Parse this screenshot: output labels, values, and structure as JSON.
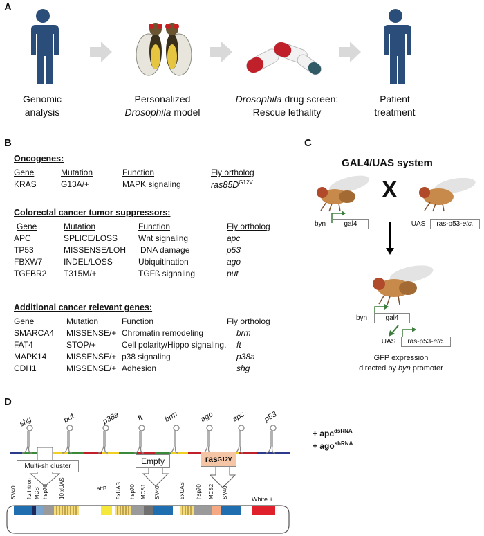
{
  "panelA": {
    "letter": "A",
    "steps": [
      {
        "line1": "Genomic",
        "line2": "analysis"
      },
      {
        "line1": "Personalized",
        "line2": "Drosophila",
        "line2b": " model"
      },
      {
        "line1a": "Drosophila",
        "line1b": " drug screen:",
        "line2": "Rescue lethality"
      },
      {
        "line1": "Patient",
        "line2": "treatment"
      }
    ]
  },
  "panelB": {
    "letter": "B",
    "columns": [
      "Gene",
      "Mutation",
      "Function",
      "Fly ortholog"
    ],
    "groups": [
      {
        "title": "Oncogenes:",
        "rows": [
          {
            "gene": "KRAS",
            "mutation": "G13A/+",
            "function": "MAPK signaling",
            "ortholog": "ras85D",
            "sup": "G12V"
          }
        ]
      },
      {
        "title": "Colorectal cancer tumor suppressors:",
        "rows": [
          {
            "gene": "APC",
            "mutation": "SPLICE/LOSS",
            "function": "Wnt signaling",
            "ortholog": "apc"
          },
          {
            "gene": "TP53",
            "mutation": "MISSENSE/LOH",
            "function": "DNA damage",
            "ortholog": "p53"
          },
          {
            "gene": "FBXW7",
            "mutation": "INDEL/LOSS",
            "function": "Ubiquitination",
            "ortholog": "ago"
          },
          {
            "gene": "TGFBR2",
            "mutation": "T315M/+",
            "function": "TGFß signaling",
            "ortholog": "put"
          }
        ]
      },
      {
        "title": "Additional cancer relevant genes:",
        "rows": [
          {
            "gene": "SMARCA4",
            "mutation": "MISSENSE/+",
            "function": "Chromatin remodeling",
            "ortholog": "brm"
          },
          {
            "gene": "FAT4",
            "mutation": "STOP/+",
            "function": "Cell polarity/Hippo signaling.",
            "ortholog": "ft"
          },
          {
            "gene": "MAPK14",
            "mutation": "MISSENSE/+",
            "function": "p38 signaling",
            "ortholog": "p38a"
          },
          {
            "gene": "CDH1",
            "mutation": "MISSENSE/+",
            "function": "Adhesion",
            "ortholog": "shg"
          }
        ]
      }
    ]
  },
  "panelC": {
    "letter": "C",
    "title": "GAL4/UAS system",
    "cross": "X",
    "byn": "byn",
    "gal4": "gal4",
    "uas": "UAS",
    "ras": "ras-p53-",
    "etc": "etc.",
    "caption1": "GFP expression",
    "caption2a": "directed by ",
    "caption2b": "byn",
    "caption2c": " promoter"
  },
  "panelD": {
    "letter": "D",
    "hairpins": [
      "shg",
      "put",
      "p38a",
      "ft",
      "brm",
      "ago",
      "apc",
      "p53"
    ],
    "extra1": "+ apc",
    "extra1sup": "dsRNA",
    "extra2": "+ ago",
    "extra2sup": "shRNA",
    "callout1": "Multi-sh cluster",
    "callout2": "Empty",
    "callout3": "ras",
    "callout3sup": "G12V",
    "segments": [
      "SV40",
      "ftz intron",
      "MCS",
      "hsp70",
      "10 xUAS",
      "attB",
      "5xUAS",
      "hsp70",
      "MCS1",
      "SV40",
      "5xUAS",
      "hsp70",
      "MCS2",
      "SV40",
      "White +"
    ]
  }
}
